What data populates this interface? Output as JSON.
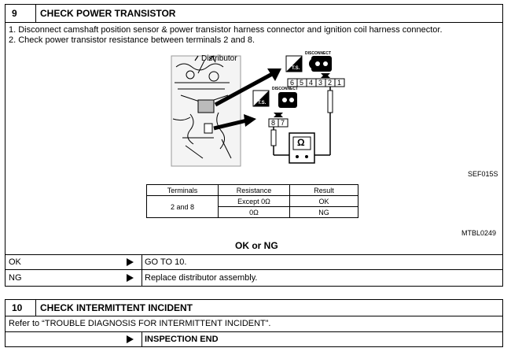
{
  "step9": {
    "number": "9",
    "title": "CHECK POWER TRANSISTOR",
    "instructions": [
      "1.  Disconnect camshaft position sensor & power transistor harness connector and ignition coil harness connector.",
      "2.  Check power transistor resistance between terminals 2 and 8."
    ],
    "diagram": {
      "distributor_label": "Distributor",
      "disconnect_label": "DISCONNECT",
      "ts_label": "T.S.",
      "upper_connector_terminals": [
        "6",
        "5",
        "4",
        "3",
        "2",
        "1"
      ],
      "lower_connector_terminals": [
        "8",
        "7"
      ],
      "meter_symbol": "Ω",
      "figure_code": "SEF015S"
    },
    "table": {
      "headers": [
        "Terminals",
        "Resistance",
        "Result"
      ],
      "terminals": "2 and 8",
      "rows": [
        {
          "resistance": "Except 0Ω",
          "result": "OK"
        },
        {
          "resistance": "0Ω",
          "result": "NG"
        }
      ],
      "figure_code": "MTBL0249"
    },
    "question": "OK or NG",
    "results": [
      {
        "label": "OK",
        "action": "GO TO 10."
      },
      {
        "label": "NG",
        "action": "Replace distributor assembly."
      }
    ]
  },
  "step10": {
    "number": "10",
    "title": "CHECK INTERMITTENT INCIDENT",
    "text": "Refer to “TROUBLE DIAGNOSIS FOR INTERMITTENT INCIDENT”.",
    "end_label": "INSPECTION END"
  }
}
